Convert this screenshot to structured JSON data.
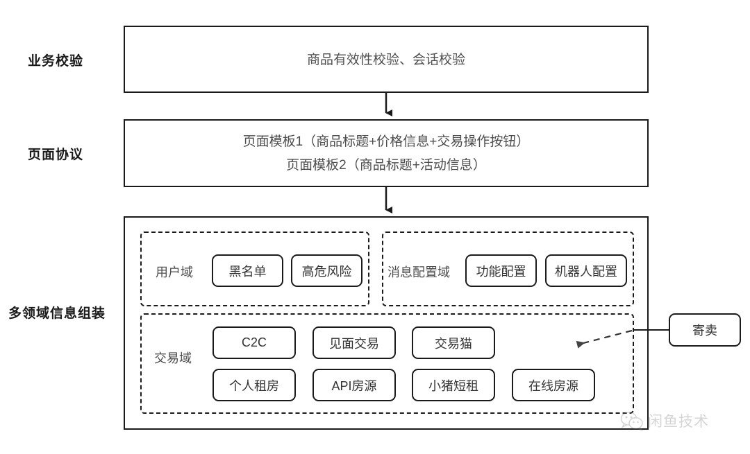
{
  "diagram": {
    "rows": [
      {
        "label": "业务校验"
      },
      {
        "label": "页面协议"
      },
      {
        "label": "多领域信息组装"
      }
    ],
    "layers": [
      {
        "name": "business-validation",
        "lines": [
          "商品有效性校验、会话校验"
        ]
      },
      {
        "name": "page-protocol",
        "lines": [
          "页面模板1（商品标题+价格信息+交易操作按钮）",
          "页面模板2（商品标题+活动信息）"
        ]
      }
    ],
    "domains": [
      {
        "name": "user-domain",
        "label": "用户域",
        "chips": [
          "黑名单",
          "高危风险"
        ]
      },
      {
        "name": "message-config-domain",
        "label": "消息配置域",
        "chips": [
          "功能配置",
          "机器人配置"
        ]
      },
      {
        "name": "trade-domain",
        "label": "交易域",
        "chips_row1": [
          "C2C",
          "见面交易",
          "交易猫"
        ],
        "chips_row2": [
          "个人租房",
          "API房源",
          "小猪短租",
          "在线房源"
        ]
      }
    ],
    "callout": {
      "name": "consignment-callout",
      "label": "寄卖"
    },
    "watermark": {
      "text": "闲鱼技术",
      "icon": "wechat-icon"
    },
    "colors": {
      "stroke": "#1a1a1a",
      "text_primary": "#333333",
      "text_muted": "#4d4d4d",
      "background": "#ffffff"
    }
  }
}
